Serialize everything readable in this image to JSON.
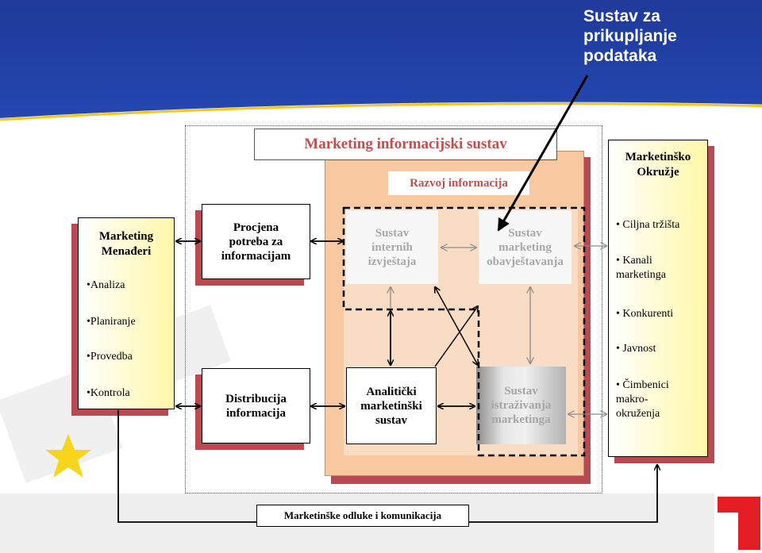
{
  "callout": {
    "line1": "Sustav za",
    "line2": "prikupljanje",
    "line3": "podataka"
  },
  "mis_title": "Marketing informacijski sustav",
  "razvoj": "Razvoj informacija",
  "managers": {
    "title1": "Marketing",
    "title2": "Menađeri",
    "items": [
      "•Analiza",
      "•Planiranje",
      "•Provedba",
      "•Kontrola"
    ]
  },
  "procjena": {
    "line1": "Procjena",
    "line2": "potreba za",
    "line3": "informacijam"
  },
  "distribucija": {
    "line1": "Distribucija",
    "line2": "informacija"
  },
  "interni": {
    "line1": "Sustav",
    "line2": "internih",
    "line3": "izvještaja"
  },
  "obavjestavanje": {
    "line1": "Sustav",
    "line2": "marketing",
    "line3": "obavještavanja"
  },
  "analiticki": {
    "line1": "Analitički",
    "line2": "marketinški",
    "line3": "sustav"
  },
  "istrazivanje": {
    "line1": "Sustav",
    "line2": "istraživanja",
    "line3": "marketinga"
  },
  "okruzje": {
    "title1": "Marketinško",
    "title2": "Okružje",
    "items": [
      {
        "l1": "• Ciljna tržišta",
        "l2": ""
      },
      {
        "l1": "• Kanali",
        "l2": "marketinga"
      },
      {
        "l1": "• Konkurenti",
        "l2": ""
      },
      {
        "l1": "• Javnost",
        "l2": ""
      },
      {
        "l1": "• Čimbenici",
        "l2": "makro-",
        "l3": "okruženja"
      }
    ]
  },
  "decisions": "Marketinške odluke i komunikacija",
  "colors": {
    "banner": "#1f3a9a",
    "accent_red": "#c0504d",
    "shadow": "#b94a52",
    "orange": "#f8c8a0",
    "yellow_panel": "#fffcc0"
  }
}
